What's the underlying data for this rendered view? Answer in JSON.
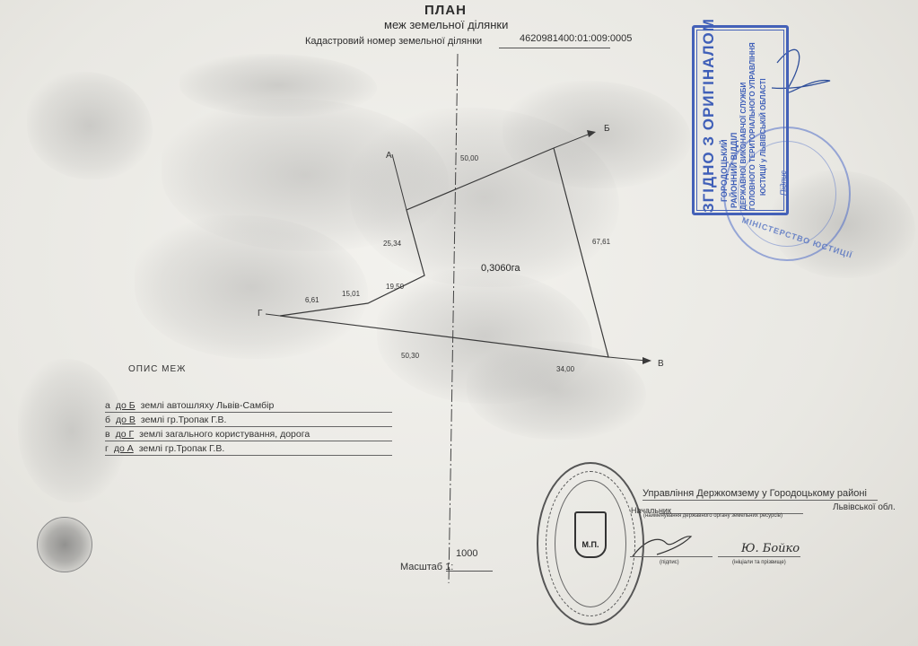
{
  "document": {
    "title": "ПЛАН",
    "subtitle": "меж земельної ділянки",
    "cadastral_label": "Кадастровий номер земельної ділянки",
    "cadastral_number": "4620981400:01:009:0005"
  },
  "plan": {
    "area": "0,3060га",
    "points": {
      "a": "А",
      "b": "Б",
      "v": "В",
      "h": "Г"
    },
    "dimensions": {
      "top": "50,00",
      "right": "67,61",
      "bottom_right": "34,00",
      "bottom_left": "50,30",
      "left_upper": "25,34",
      "left_lower": "19,50",
      "small_1": "15,01",
      "small_2": "6,61"
    }
  },
  "boundaries": {
    "title": "ОПИС МЕЖ",
    "rows": [
      {
        "letter": "а",
        "to": "до Б",
        "desc": "землі автошляху Львів-Самбір"
      },
      {
        "letter": "б",
        "to": "до В",
        "desc": "землі гр.Тропак Г.В."
      },
      {
        "letter": "в",
        "to": "до Г",
        "desc": "землі загального користування, дорога"
      },
      {
        "letter": "г",
        "to": "до А",
        "desc": "землі гр.Тропак Г.В."
      }
    ]
  },
  "stamp": {
    "line1": "ЗГІДНО З ОРИГІНАЛОМ",
    "line2": "ГОРОДОЦЬКИЙ",
    "line3": "РАЙОННИЙ ВІДДІЛ",
    "line4": "ДЕРЖАВНОЇ ВИКОНАВЧОЇ СЛУЖБИ",
    "line5": "ГОЛОВНОГО ТЕРИТОРІАЛЬНОГО УПРАВЛІННЯ",
    "line6": "ЮСТИЦІЇ у ЛЬВІВСЬКІЙ ОБЛАСТІ",
    "signature_note": "Підпис",
    "round_text": "МІНІСТЕРСТВО ЮСТИЦІЇ"
  },
  "footer": {
    "organization": "Управління Держкомзему у Городоцькому районі",
    "chief": "Начальник",
    "note_body": "(найменування державного органу земельних ресурсів)",
    "region": "Львівської обл.",
    "sig_note": "(підпис)",
    "name_note": "(ініціали та прізвище)",
    "name": "Ю. Бойко",
    "scale_label": "Масштаб 1:",
    "scale_value": "1000",
    "emblem": "М.П."
  },
  "colors": {
    "stamp_blue": "#4461b8",
    "ink": "#333333",
    "paper": "#ecebe6"
  }
}
